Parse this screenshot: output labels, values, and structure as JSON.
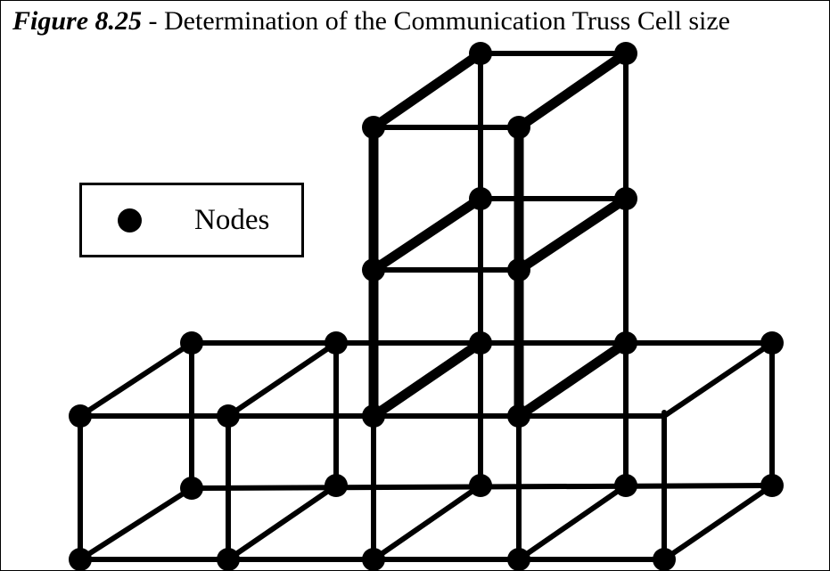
{
  "caption": {
    "label": "Figure 8.25",
    "text": " - Determination of the Communication Truss Cell size"
  },
  "legend": {
    "label": "Nodes"
  },
  "colors": {
    "stroke": "#000000",
    "background": "#ffffff"
  }
}
